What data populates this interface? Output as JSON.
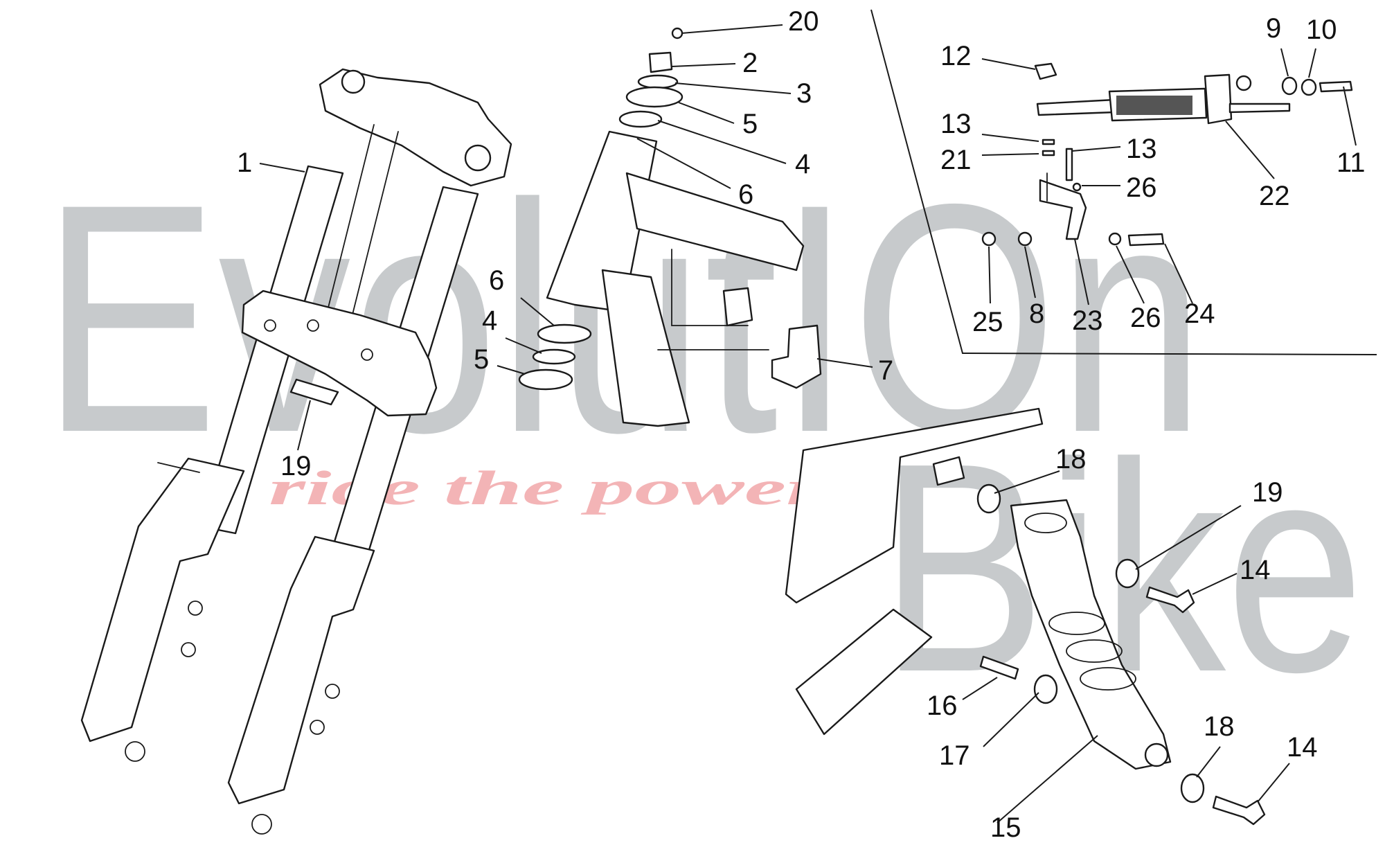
{
  "watermark": {
    "line1": "EvolutIOn",
    "line2": "Bike",
    "tagline": "ride the power",
    "color_gray": "#9aa0a3",
    "color_tag": "#f2a8aa"
  },
  "callouts": [
    {
      "id": "c1",
      "label": "1"
    },
    {
      "id": "c20",
      "label": "20"
    },
    {
      "id": "c2",
      "label": "2"
    },
    {
      "id": "c3",
      "label": "3"
    },
    {
      "id": "c5a",
      "label": "5"
    },
    {
      "id": "c4a",
      "label": "4"
    },
    {
      "id": "c6a",
      "label": "6"
    },
    {
      "id": "c6b",
      "label": "6"
    },
    {
      "id": "c4b",
      "label": "4"
    },
    {
      "id": "c5b",
      "label": "5"
    },
    {
      "id": "c7",
      "label": "7"
    },
    {
      "id": "c19a",
      "label": "19"
    },
    {
      "id": "c12",
      "label": "12"
    },
    {
      "id": "c9",
      "label": "9"
    },
    {
      "id": "c10",
      "label": "10"
    },
    {
      "id": "c11",
      "label": "11"
    },
    {
      "id": "c22",
      "label": "22"
    },
    {
      "id": "c13a",
      "label": "13"
    },
    {
      "id": "c21",
      "label": "21"
    },
    {
      "id": "c13b",
      "label": "13"
    },
    {
      "id": "c26a",
      "label": "26"
    },
    {
      "id": "c25",
      "label": "25"
    },
    {
      "id": "c8",
      "label": "8"
    },
    {
      "id": "c23",
      "label": "23"
    },
    {
      "id": "c26b",
      "label": "26"
    },
    {
      "id": "c24",
      "label": "24"
    },
    {
      "id": "c18a",
      "label": "18"
    },
    {
      "id": "c19b",
      "label": "19"
    },
    {
      "id": "c14a",
      "label": "14"
    },
    {
      "id": "c16",
      "label": "16"
    },
    {
      "id": "c17",
      "label": "17"
    },
    {
      "id": "c15",
      "label": "15"
    },
    {
      "id": "c18b",
      "label": "18"
    },
    {
      "id": "c14b",
      "label": "14"
    }
  ]
}
